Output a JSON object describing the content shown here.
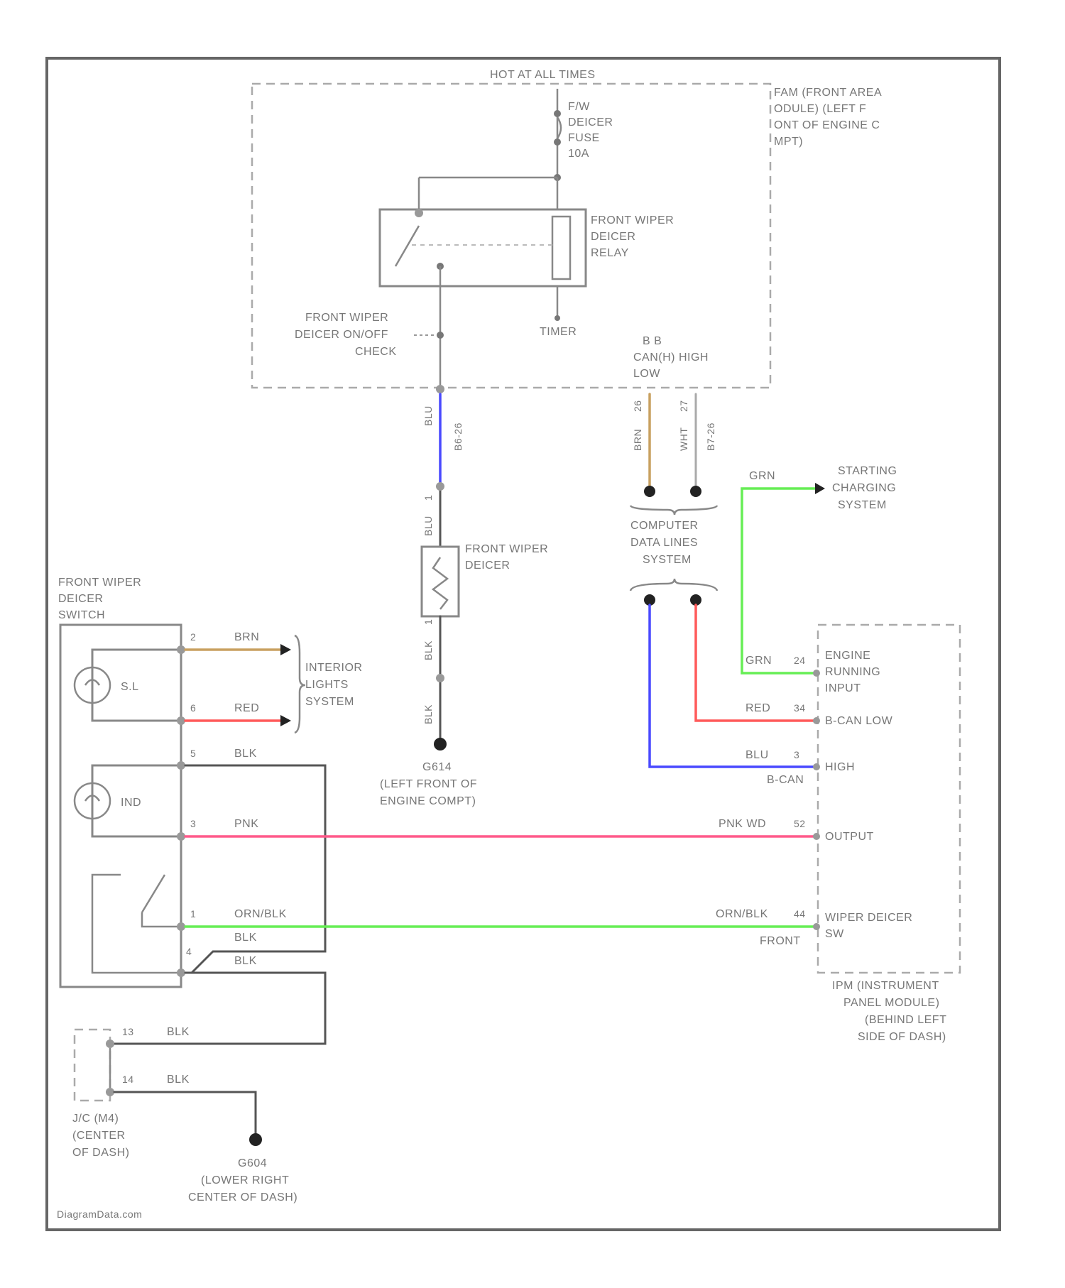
{
  "diagram": {
    "labels": {
      "hot_at_all_times": "HOT AT ALL TIMES",
      "fam_module": "FAM (FRONT AREA MODULE) (LEFT FRONT OF ENGINE COMPT)",
      "fuse_1": "F/W",
      "fuse_2": "DEICER",
      "fuse_3": "FUSE",
      "fuse_4": "10A",
      "relay_1": "FRONT WIPER",
      "relay_2": "DEICER",
      "relay_3": "RELAY",
      "timer": "TIMER",
      "onoff_1": "FRONT WIPER",
      "onoff_2": "DEICER ON/OFF",
      "onoff_3": "CHECK",
      "can_pins": "B    B",
      "can_1": "CAN(H) HIGH",
      "can_2": "LOW",
      "wire_blu_top": "BLU",
      "wire_blu_top_conn": "B6-26",
      "wire_brn_top": "BRN",
      "wire_brn_pin": "26",
      "wire_wht_top": "WHT",
      "wire_wht_pin": "27",
      "wire_wht_conn": "B7-26",
      "cdl_1": "COMPUTER",
      "cdl_2": "DATA LINES",
      "cdl_3": "SYSTEM",
      "grn_top": "GRN",
      "starting_1": "STARTING",
      "starting_2": "CHARGING",
      "starting_3": "SYSTEM",
      "blu_mid": "BLU",
      "blu_mid_pin": "1",
      "deicer_1": "FRONT WIPER",
      "deicer_2": "DEICER",
      "blk_mid": "BLK",
      "blk_mid_pin": "1",
      "blk_low": "BLK",
      "ground_1": "G614",
      "ground_2": "(LEFT FRONT OF",
      "ground_3": "ENGINE COMPT)",
      "switch_1": "FRONT WIPER",
      "switch_2": "DEICER",
      "switch_3": "SWITCH",
      "sl": "S.L",
      "ind": "IND",
      "pin2": "2",
      "brn": "BRN",
      "pin6": "6",
      "red_l": "RED",
      "interior_1": "INTERIOR",
      "interior_2": "LIGHTS",
      "interior_3": "SYSTEM",
      "pin5": "5",
      "blk_a": "BLK",
      "pin3": "3",
      "pnk": "PNK",
      "pin1": "1",
      "orn_blk": "ORN/BLK",
      "blk_b": "BLK",
      "pin4": "4",
      "blk_c": "BLK",
      "grn_r": "GRN",
      "pin24": "24",
      "engine_1": "ENGINE",
      "engine_2": "RUNNING",
      "engine_3": "INPUT",
      "red_r": "RED",
      "pin34": "34",
      "bcan_low": "B-CAN LOW",
      "blu_r": "BLU",
      "pin_r3": "3",
      "high": "HIGH",
      "bcan": "B-CAN",
      "pnk_wd": "PNK WD",
      "pin52": "52",
      "output": "OUTPUT",
      "orn_r": "ORN/BLK",
      "pin44": "44",
      "wiper_sw_1": "WIPER DEICER",
      "wiper_sw_2": "SW",
      "front": "FRONT",
      "ipm_1": "IPM (INSTRUMENT",
      "ipm_2": "PANEL MODULE)",
      "ipm_3": "(BEHIND LEFT",
      "ipm_4": "SIDE OF DASH)",
      "jc_pin13": "13",
      "blk_j1": "BLK",
      "jc_pin14": "14",
      "blk_j2": "BLK",
      "jc_1": "J/C (M4)",
      "jc_2": "(CENTER",
      "jc_3": "OF DASH)",
      "g_1": "G604",
      "g_2": "(LOWER RIGHT",
      "g_3": "CENTER OF DASH)",
      "watermark": "DiagramData.com"
    },
    "colors": {
      "blu": "#4a4aff",
      "brn": "#c8a060",
      "red": "#ff5a5a",
      "pnk": "#ff5a8a",
      "grn": "#66ee55",
      "blk": "#555555",
      "wht": "#999999"
    }
  }
}
